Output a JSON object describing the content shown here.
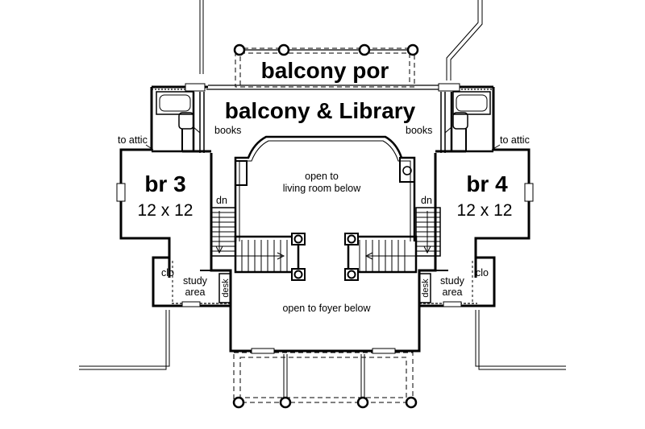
{
  "colors": {
    "line": "#000000",
    "background": "#ffffff"
  },
  "labels": {
    "balcony_porch": "balcony por",
    "balcony_library": "balcony & Library",
    "books_left": "books",
    "books_right": "books",
    "attic_left": "to attic",
    "attic_right": "to attic",
    "br3_name": "br 3",
    "br3_size": "12 x 12",
    "br4_name": "br 4",
    "br4_size": "12 x 12",
    "open_living_1": "open to",
    "open_living_2": "living room below",
    "dn_left": "dn",
    "dn_right": "dn",
    "clo_left": "clo",
    "clo_right": "clo",
    "study_left_1": "study",
    "study_left_2": "area",
    "study_right_1": "study",
    "study_right_2": "area",
    "desk_left": "desk",
    "desk_right": "desk",
    "open_foyer": "open to foyer below"
  }
}
